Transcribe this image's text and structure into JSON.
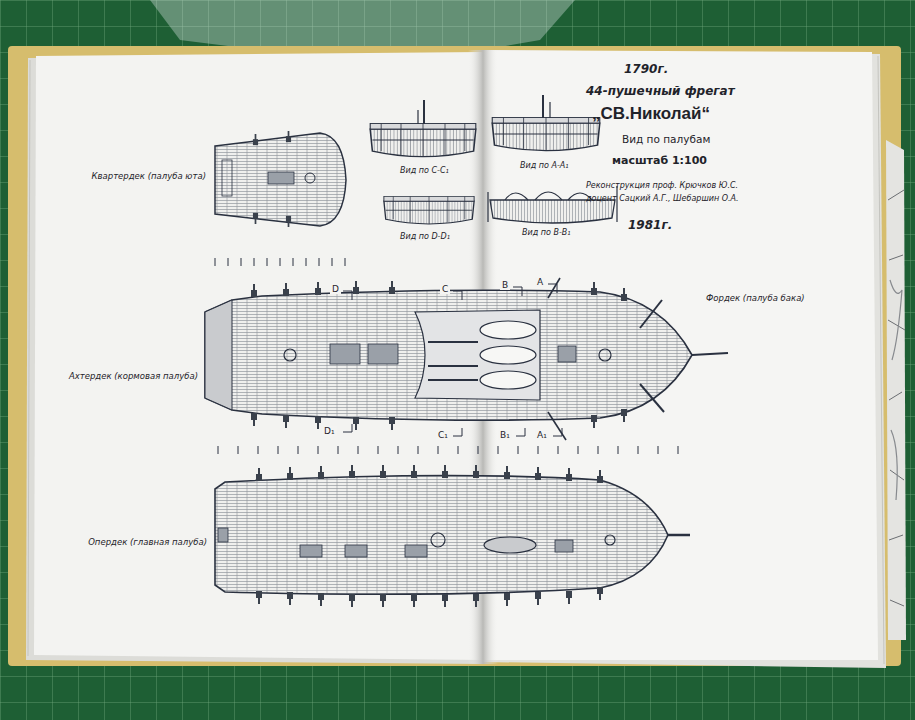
{
  "diagram": {
    "title": "„СВ.Николай“",
    "labels": [
      "1790г.",
      "44-пушечный фрегат",
      "Вид по палубам",
      "масштаб 1:100",
      "Реконструкция проф. Крючков Ю.С.",
      "доцент Сацкий А.Г., Шебаршин О.А.",
      "1981г.",
      "Квартердек (палуба юта)",
      "Вид по С-С₁",
      "Вид по А-А₁",
      "Вид по D-D₁",
      "Вид по В-В₁",
      "Ахтердек (кормовая палуба)",
      "Фордек (палуба бака)",
      "Опердек (главная палуба)",
      "D",
      "C",
      "B",
      "A",
      "D₁",
      "C₁",
      "B₁",
      "A₁"
    ]
  }
}
